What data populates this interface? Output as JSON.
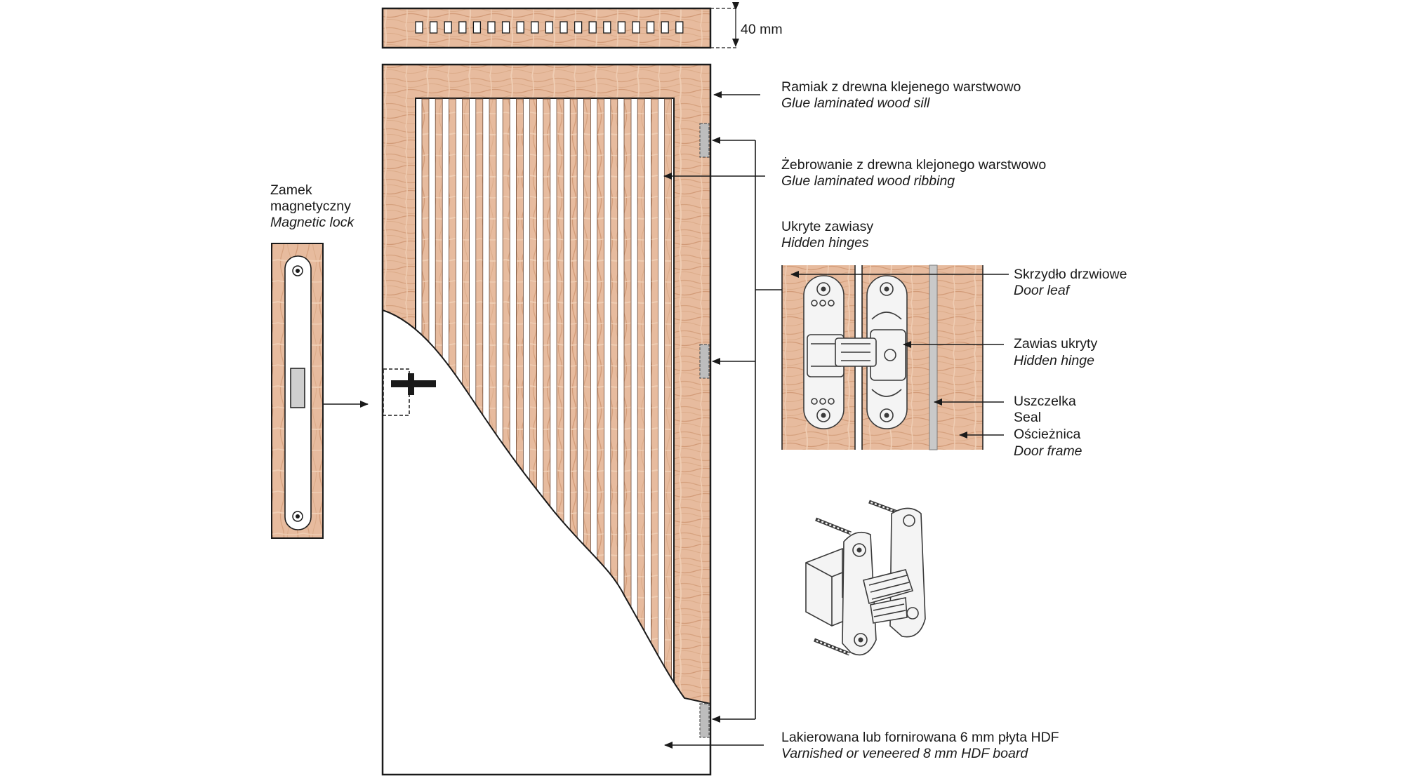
{
  "dimension": {
    "thickness": "40 mm"
  },
  "labels": {
    "sill": {
      "pl": "Ramiak z drewna klejenego warstwowo",
      "en": "Glue laminated wood sill"
    },
    "ribbing": {
      "pl": "Żebrowanie z drewna klejonego warstwowo",
      "en": "Glue laminated wood ribbing"
    },
    "hidden_hinges": {
      "pl": "Ukryte zawiasy",
      "en": "Hidden hinges"
    },
    "door_leaf": {
      "pl": "Skrzydło drzwiowe",
      "en": "Door leaf"
    },
    "hidden_hinge": {
      "pl": "Zawias ukryty",
      "en": "Hidden hinge"
    },
    "seal": {
      "pl": "Uszczelka",
      "en": "Seal"
    },
    "door_frame": {
      "pl": "Ościeżnica",
      "en": "Door frame"
    },
    "hdf": {
      "pl": "Lakierowana lub fornirowana 6 mm płyta HDF",
      "en": "Varnished or veneered 8 mm HDF board"
    },
    "lock": {
      "pl_1": "Zamek",
      "pl_2": "magnetyczny",
      "en": "Magnetic lock"
    }
  },
  "colors": {
    "wood": "#e7bb9e",
    "wood_grain": "#c98e6c",
    "seal": "#c9c9c9",
    "line": "#1a1a1a"
  }
}
